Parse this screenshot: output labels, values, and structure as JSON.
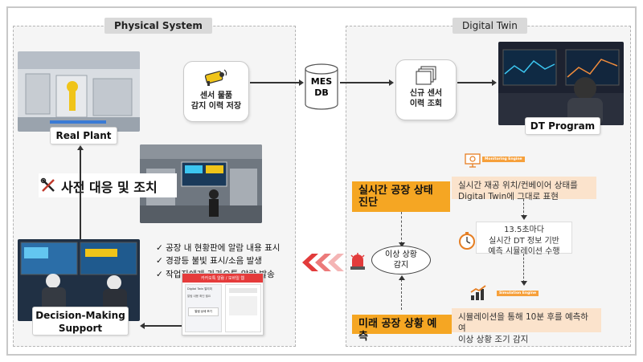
{
  "panels": {
    "physical_title": "Physical System",
    "digital_title": "Digital Twin"
  },
  "physical": {
    "real_plant_label": "Real Plant",
    "sensor_box": [
      "센서 물품",
      "감지 이력 저장"
    ],
    "pre_action_label": "사전 대응 및 조치",
    "decision_label": [
      "Decision-Making",
      "Support"
    ],
    "checklist": [
      "공장 내 현황판에 알람 내용 표시",
      "경광등 불빛 표시/소음 발생",
      "작업자에게 카카오톡 알람 발송"
    ],
    "kakao_screen": {
      "header": "카카오톡 알람 / 모바일 웹",
      "chat_title": "Digital Twin 알리미",
      "chat_text": "알림 내용 확인 필요",
      "button": "알림 상세 보기"
    }
  },
  "center": {
    "mes_db": [
      "MES",
      "DB"
    ]
  },
  "digital": {
    "sensor_query": [
      "신규 센서",
      "이력 조회"
    ],
    "dt_program_label": "DT Program",
    "monitoring_tag": "Monitoring Engine",
    "diagnosis_label": [
      "실시간 공장 상태",
      "진단"
    ],
    "diagnosis_desc": [
      "실시간 재공 위치/컨베이어 상태를",
      "Digital Twin에 그대로 표현"
    ],
    "simulation_desc": [
      "13.5초마다",
      "실시간 DT 정보 기반",
      "예측 시뮬레이션 수행"
    ],
    "anomaly_label": [
      "이상 상황",
      "감지"
    ],
    "simulation_tag": "Simulation Engine",
    "prediction_label": "미래 공장 상황 예측",
    "prediction_desc": [
      "시뮬레이션을 통해 10분 후를 예측하여",
      "이상 상황 조기 감지"
    ]
  },
  "colors": {
    "orange": "#f5a623",
    "peach": "#fbe3cc",
    "chevron_red": "#e23b3b"
  }
}
